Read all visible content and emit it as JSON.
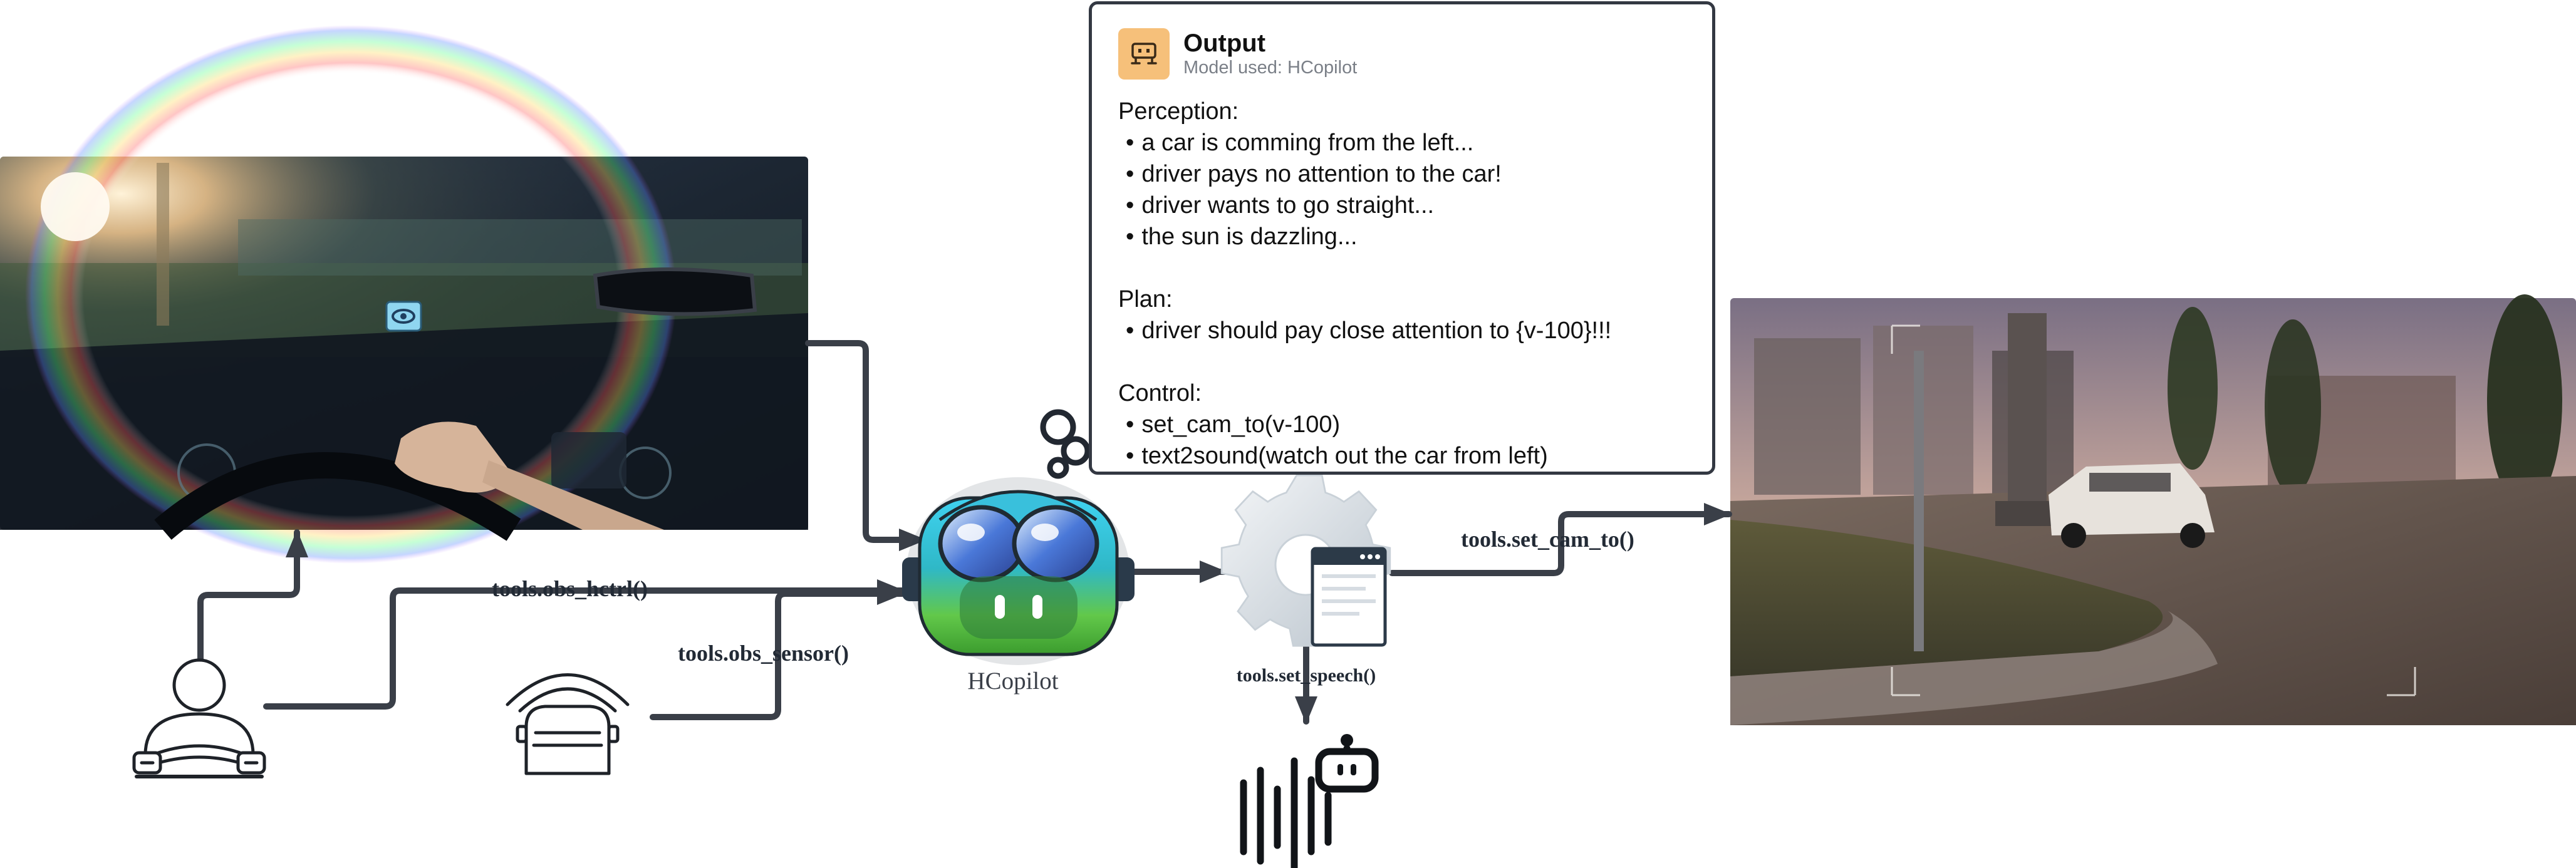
{
  "hcopilot": {
    "name": "HCopilot"
  },
  "tools": {
    "obs_hctrl": "tools.obs_hctrl()",
    "obs_sensor": "tools.obs_sensor()",
    "set_cam_to": "tools.set_cam_to()",
    "set_speech": "tools.set_speech()"
  },
  "output_card": {
    "title": "Output",
    "model_used": "Model used: HCopilot",
    "perception": {
      "heading": "Perception:",
      "items": [
        "a car is comming from the left...",
        "driver pays no attention to the car!",
        "driver wants to go straight...",
        "the sun is dazzling..."
      ]
    },
    "plan": {
      "heading": "Plan:",
      "items": [
        "driver should pay close attention to {v-100}!!!"
      ]
    },
    "control": {
      "heading": "Control:",
      "items": [
        "set_cam_to(v-100)",
        "text2sound(watch out the car from left)"
      ]
    }
  },
  "icons": {
    "output": "robot-icon",
    "driver": "driver-steering-icon",
    "sensor": "car-sensor-icon",
    "copilot": "hcopilot-mascot-icon",
    "settings": "gear-window-icon",
    "speech": "speech-sound-bot-icon",
    "eye": "eye-tracking-icon"
  },
  "colors": {
    "connector": "#3a3f48",
    "card_icon_bg": "#f6c07a",
    "eye_marker": "#8fd6f0"
  }
}
